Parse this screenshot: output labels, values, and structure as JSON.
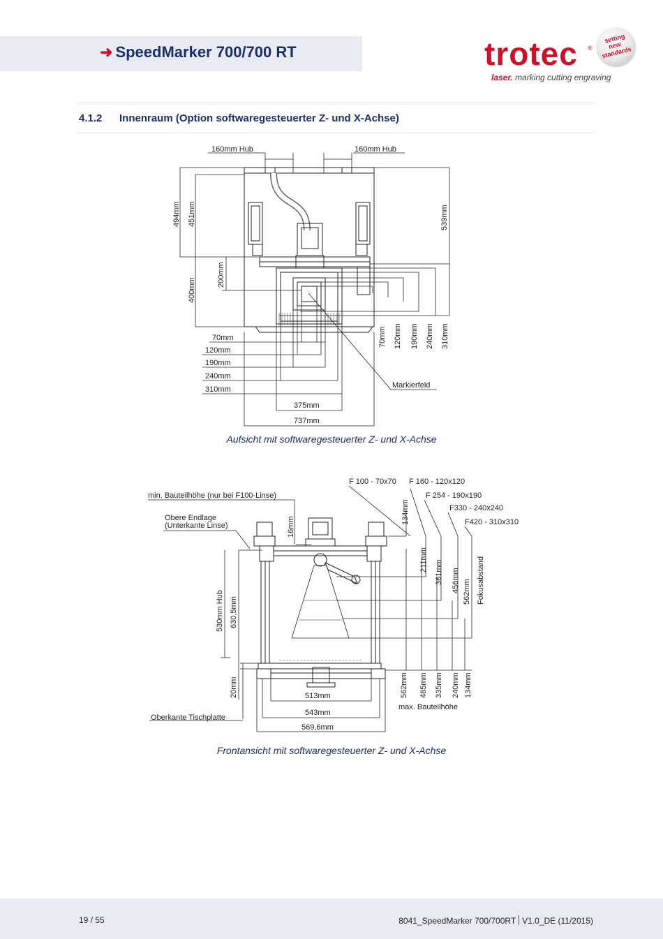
{
  "header": {
    "title": "SpeedMarker 700/700 RT",
    "logo_word": "trotec",
    "logo_tagline_bold": "laser.",
    "logo_tagline_rest": " marking cutting engraving",
    "badge_lines": [
      "setting",
      "new",
      "standards"
    ],
    "colors": {
      "brand_red": "#d0102a",
      "navy": "#1a2f6b",
      "band": "#e8ebf2"
    }
  },
  "section": {
    "number": "4.1.2",
    "title": "Innenraum (Option softwaregesteuerter Z- und X-Achse)"
  },
  "figure_top": {
    "caption": "Aufsicht mit softwaregesteuerter Z- und X-Achse",
    "labels": {
      "hub_left": "160mm Hub",
      "hub_right": "160mm Hub",
      "h494": "494mm",
      "h451": "451mm",
      "h200": "200mm",
      "h400": "400mm",
      "h539": "539mm",
      "w70": "70mm",
      "w120": "120mm",
      "w190": "190mm",
      "w240": "240mm",
      "w310": "310mm",
      "v70": "70mm",
      "v120": "120mm",
      "v190": "190mm",
      "v240": "240mm",
      "v310": "310mm",
      "markierfeld": "Markierfeld",
      "w375": "375mm",
      "w737": "737mm"
    }
  },
  "figure_bottom": {
    "caption": "Frontansicht mit softwaregesteuerter Z- und X-Achse",
    "labels": {
      "f100": "F 100 - 70x70",
      "f160": "F 160 - 120x120",
      "f254": "F 254 - 190x190",
      "f330": "F330 - 240x240",
      "f420": "F420 - 310x310",
      "min_height": "min. Bauteilhöhe (nur bei F100-Linse)",
      "obere1": "Obere Endlage",
      "obere2": "(Unterkante Linse)",
      "h16": "16mm",
      "h134top": "134mm",
      "h530": "530mm Hub",
      "h630": "630,5mm",
      "h20": "20mm",
      "h211": "211mm",
      "h361": "361mm",
      "h456": "456mm",
      "h562r": "562mm",
      "fokus": "Fokusabstand",
      "h562": "562mm",
      "h485": "485mm",
      "h335": "335mm",
      "h240": "240mm",
      "h134": "134mm",
      "max_height": "max. Bauteilhöhe",
      "w513": "513mm",
      "w543": "543mm",
      "w569": "569,6mm",
      "tischplatte": "Oberkante Tischplatte"
    }
  },
  "footer": {
    "page": "19 / 55",
    "doc_left": "8041_SpeedMarker 700/700RT",
    "doc_right": "V1.0_DE (11/2015)"
  }
}
